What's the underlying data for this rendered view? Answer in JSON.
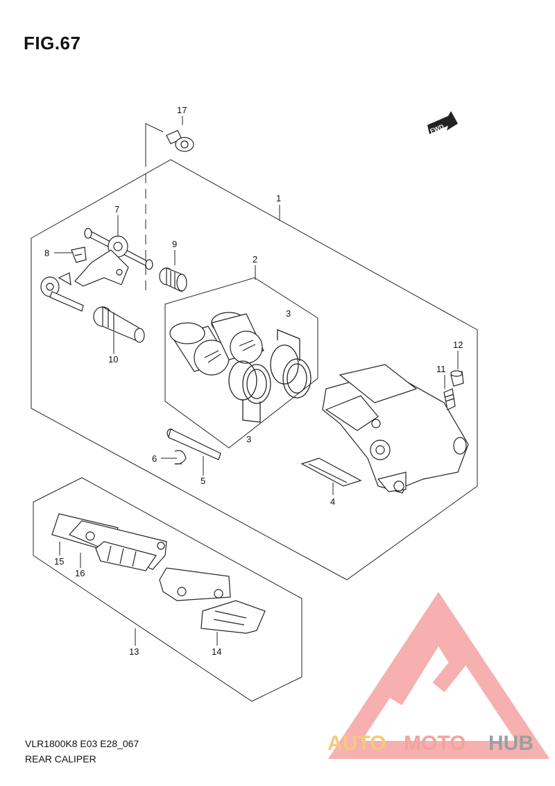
{
  "figure": {
    "title": "FIG.67",
    "code": "VLR1800K8 E03 E28_067",
    "caption": "REAR CALIPER",
    "fwd_label": "FWD"
  },
  "callouts": [
    {
      "id": "1",
      "label": "1"
    },
    {
      "id": "2",
      "label": "2"
    },
    {
      "id": "3a",
      "label": "3"
    },
    {
      "id": "3b",
      "label": "3"
    },
    {
      "id": "4",
      "label": "4"
    },
    {
      "id": "5",
      "label": "5"
    },
    {
      "id": "6",
      "label": "6"
    },
    {
      "id": "7",
      "label": "7"
    },
    {
      "id": "8",
      "label": "8"
    },
    {
      "id": "9",
      "label": "9"
    },
    {
      "id": "10",
      "label": "10"
    },
    {
      "id": "11",
      "label": "11"
    },
    {
      "id": "12",
      "label": "12"
    },
    {
      "id": "13",
      "label": "13"
    },
    {
      "id": "14",
      "label": "14"
    },
    {
      "id": "15",
      "label": "15"
    },
    {
      "id": "16",
      "label": "16"
    },
    {
      "id": "17",
      "label": "17"
    }
  ],
  "watermark": {
    "part1": "AUTO",
    "part2": "MOTO",
    "part3": "HUB",
    "colors": {
      "auto": "#f7c97a",
      "moto": "#f2a39f",
      "hub": "#9e9e9e",
      "triangle": "#f5a3a3"
    }
  }
}
